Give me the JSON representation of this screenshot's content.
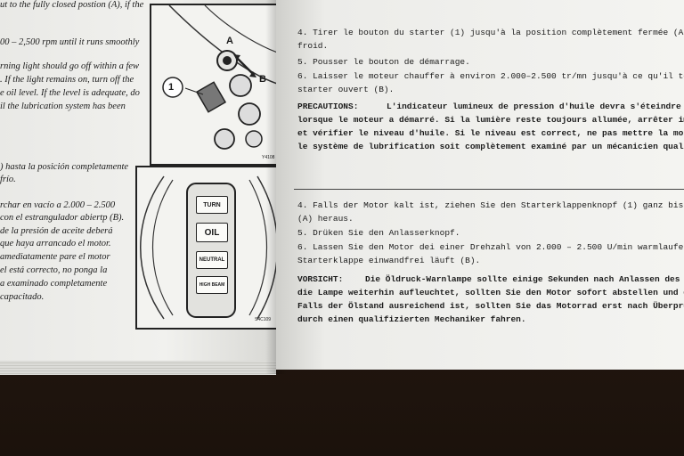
{
  "left": {
    "english": [
      "ut to the fully closed postion (A), if the",
      "00 – 2,500 rpm until it runs smoothly",
      "rning light should go off within a few",
      ". If the light remains on, turn off the",
      "e oil level. If the level is adequate, do",
      "il the lubrication system has been"
    ],
    "spanish": [
      ") hasta la posición completamente",
      "frío.",
      "rchar en vacío a 2.000 – 2.500",
      "con el estrangulador abiertp (B).",
      "de la presión de aceite deberá",
      "que haya arrancado el motor.",
      "amediatamente pare el motor",
      "el está correcto, no ponga la",
      "a examinado completamente",
      "capacitado."
    ],
    "fig1": {
      "label_a": "A",
      "label_b": "B",
      "callout": "1",
      "code": "Y4108"
    },
    "fig2": {
      "keys": [
        "TURN",
        "OIL",
        "NEUTRAL",
        "HIGH BEAM"
      ],
      "code": "S4C109"
    }
  },
  "right": {
    "french": [
      "4.  Tirer le bouton du starter (1) jusqu'à la position complètement fermée (A), lorsque",
      "     froid.",
      "5.  Pousser le bouton de démarrage.",
      "6.  Laisser le moteur chauffer à environ 2.000–2.500 tr/mn jusqu'à ce qu'il tourne régu",
      "     starter ouvert (B)."
    ],
    "french_precautions": {
      "heading": "PRECAUTIONS:",
      "lines": [
        "L'indicateur lumineux de pression d'huile devra s'éteindre dans q",
        "lorsque le moteur a démarré. Si la lumière reste toujours allumée, arrêter immedia",
        "et vérifier le niveau d'huile. Si le niveau est correct, ne pas mettre la moto en marc",
        "le système de lubrification soit complètement examiné par un mécanicien qualifié."
      ]
    },
    "german": [
      "4.  Falls der Motor kalt ist, ziehen Sie den Starterklappenknopf (1) ganz bis zur ges",
      "     (A) heraus.",
      "5.  Drüken Sie den Anlasserknopf.",
      "6.  Lassen Sie den Motor dei einer Drehzahl von 2.000 – 2.500 U/min warmlaufen,",
      "     Starterklappe einwandfrei läuft (B)."
    ],
    "german_vorsicht": {
      "heading": "VORSICHT:",
      "lines": [
        "Die Öldruck-Warnlampe sollte einige Sekunden nach Anlassen des M",
        "die Lampe weiterhin aufleuchtet, sollten Sie den Motor sofort abstellen und den",
        "Falls der Ölstand ausreichend ist, sollten Sie das Motorrad erst nach Überprüfen d",
        "durch einen qualifizierten Mechaniker fahren."
      ]
    }
  }
}
